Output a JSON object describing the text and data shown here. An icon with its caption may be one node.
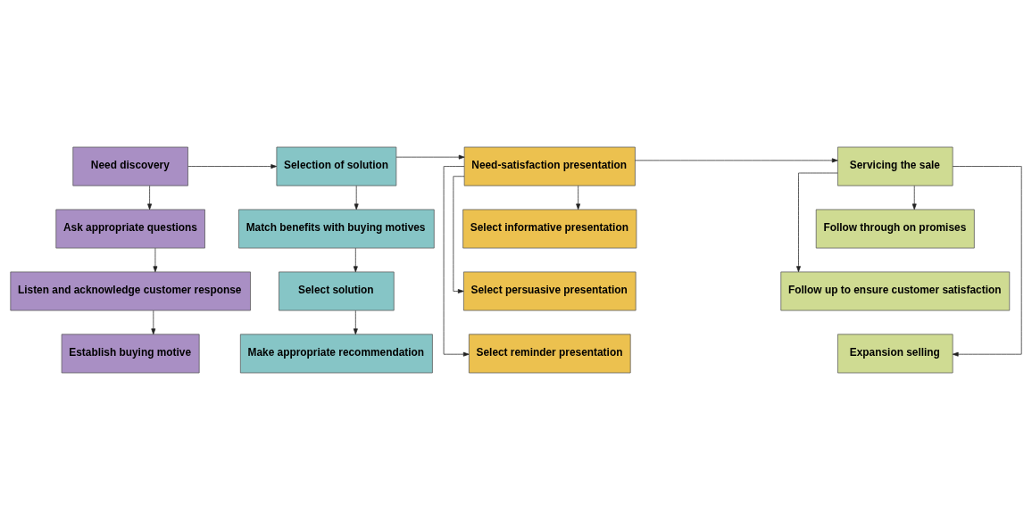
{
  "diagram": {
    "nodes": [
      {
        "text": [
          "Need discovery"
        ]
      },
      {
        "text": [
          "Selection of solution"
        ]
      },
      {
        "text": [
          "Need-satisfaction presentation"
        ]
      },
      {
        "text": [
          "Servicing the sale"
        ]
      },
      {
        "text": [
          "Ask appropriate questions"
        ]
      },
      {
        "text": [
          "Match benefits with buying motives"
        ]
      },
      {
        "text": [
          "Select informative presentation"
        ]
      },
      {
        "text": [
          "Follow through on promises"
        ]
      },
      {
        "text": [
          "Listen and acknowledge customer response"
        ]
      },
      {
        "text": [
          "Select solution"
        ]
      },
      {
        "text": [
          "Select persuasive presentation"
        ]
      },
      {
        "text": [
          "Follow up to ensure customer satisfaction"
        ]
      },
      {
        "text": [
          "Establish buying motive"
        ]
      },
      {
        "text": [
          "Make appropriate recommendation"
        ]
      },
      {
        "text": [
          "Select reminder presentation"
        ]
      },
      {
        "text": [
          "Expansion selling"
        ]
      }
    ],
    "edges": [
      {
        "from": 0,
        "to": 1,
        "arrow": "to"
      },
      {
        "from": 1,
        "to": 2,
        "arrow": "to"
      },
      {
        "from": 2,
        "to": 3,
        "arrow": "to"
      },
      {
        "from": 0,
        "to": 4,
        "arrow": "to"
      },
      {
        "from": 4,
        "to": 8,
        "arrow": "to"
      },
      {
        "from": 8,
        "to": 12,
        "arrow": "to"
      },
      {
        "from": 1,
        "to": 5,
        "arrow": "to"
      },
      {
        "from": 5,
        "to": 9,
        "arrow": "to"
      },
      {
        "from": 9,
        "to": 13,
        "arrow": "to"
      },
      {
        "from": 2,
        "to": 6,
        "arrow": "to"
      },
      {
        "from": 2,
        "to": 10,
        "arrow": "to"
      },
      {
        "from": 2,
        "to": 14,
        "arrow": "to"
      },
      {
        "from": 3,
        "to": 7,
        "arrow": "to"
      },
      {
        "from": 3,
        "to": 11,
        "arrow": "to"
      },
      {
        "from": 3,
        "to": 15,
        "arrow": "to"
      }
    ]
  }
}
